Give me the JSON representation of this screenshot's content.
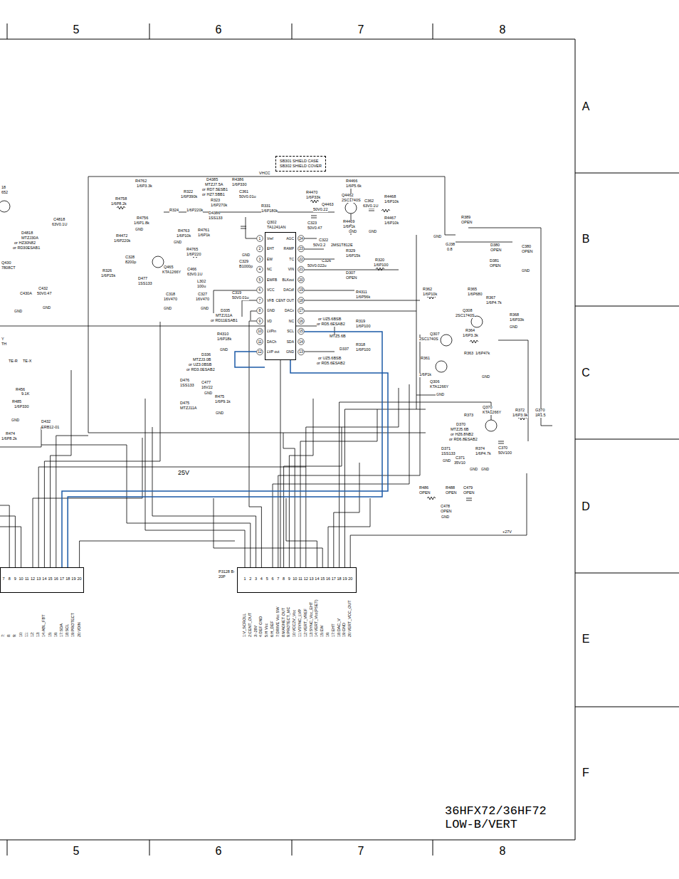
{
  "diagram": {
    "caption": "36HFX72/36HF72 LOW-B/VERT",
    "nodes": [
      {
        "text": [
          "SB301 SHIELD CASE",
          "SB302 SHIELD COVER"
        ]
      },
      {
        "text": [
          "Q302",
          "TA1241AN",
          "Vref",
          "EHT",
          "EW",
          "NC",
          "EWFB",
          "VCC",
          "VFB",
          "GND",
          "VD",
          "LVPin",
          "DACh",
          "LVP out",
          "AGC",
          "RAMP",
          "TC",
          "VIN",
          "BLKout",
          "DACdf",
          "CENT OUT",
          "DACv",
          "NC",
          "SCL",
          "SDA",
          "GND"
        ]
      },
      {
        "text": [
          "7",
          "8",
          "9",
          "10",
          "11",
          "12",
          "13",
          "14",
          "15",
          "16",
          "17",
          "18",
          "19",
          "20"
        ]
      },
      {
        "text": [
          "P3128 B-20P",
          "1",
          "2",
          "3",
          "4",
          "5",
          "6",
          "7",
          "8",
          "9",
          "10",
          "11",
          "12",
          "13",
          "14",
          "15",
          "16",
          "17",
          "18",
          "19",
          "20"
        ]
      }
    ],
    "edges": [
      {
        "from": 1,
        "to": 3,
        "arrow": "none"
      },
      {
        "from": 1,
        "to": 2,
        "arrow": "none"
      }
    ],
    "labels": [
      "5",
      "6",
      "7",
      "8",
      "A",
      "B",
      "C",
      "D",
      "E",
      "F",
      "5",
      "6",
      "7",
      "8",
      "VHCC",
      "R4762",
      "1/6P3.3k",
      "D4385",
      "MTZJ7.5A",
      "or RD7.5ESB1",
      "or HZ7.5BB1",
      "R4386",
      "1/6P330",
      "R322",
      "1/6P390k",
      "R323",
      "1/6P270k",
      "R324",
      "1/6P220k",
      "D4386",
      "1SS133",
      "C361",
      "50V0.01u",
      "R331",
      "1/6P180k",
      "R4470",
      "1/6P33k",
      "R4466",
      "1/6P5.6k",
      "Q4462",
      "2SC1740S",
      "Q4463",
      "50V0.22",
      "C362",
      "63V0.1U",
      "R4468",
      "1/6P10k",
      "R4469",
      "1/6P1k",
      "R4467",
      "1/6P10k",
      "R4758",
      "1/6P8.2k",
      "R4756",
      "1/6P1.8k",
      "R4472",
      "1/6P220k",
      "R4763",
      "1/6P10k",
      "R4761",
      "1/6P1k",
      "C323",
      "50V0.47",
      "C322",
      "50V2.2",
      "2MS1T812E",
      "R329",
      "1/6P15k",
      "C326",
      "50V0.022u",
      "R320",
      "1/6P100",
      "D307",
      "OPEN",
      "R4311",
      "1/6P56k",
      "R4765",
      "1/6P220",
      "Q465",
      "KTA1266Y",
      "C466",
      "63V0.1U",
      "C328",
      "8200p",
      "C329",
      "B1000p",
      "R326",
      "1/6P15k",
      "D477",
      "1SS133",
      "L302",
      "100u",
      "C318",
      "16V470",
      "C327",
      "16V470",
      "C319",
      "50V0.01u",
      "D335",
      "MTZJ11A",
      "or RD11ESAB1",
      "R4310",
      "1/6P18k",
      "D336",
      "MTZJ3.0B",
      "or UZ3.0BSB",
      "or RD3.0ESAB2",
      "C477",
      "16V22",
      "D476",
      "1SS133",
      "D475",
      "MTZJ11A",
      "R475",
      "1/6P9.1k",
      "or UZ5.6BSB",
      "or RD5.6ESAB2",
      "R319",
      "1/6P100",
      "MTZ5.6B",
      "D337",
      "R318",
      "1/6P100",
      "or UZ5.6BSB",
      "or RD5.6ESAB2",
      "R389",
      "OPEN",
      "GJ38",
      "0.8",
      "D380",
      "OPEN",
      "C380",
      "OPEN",
      "D381",
      "OPEN",
      "R362",
      "1/6P10k",
      "R365",
      "1/6P680",
      "R367",
      "1/6P4.7k",
      "Q308",
      "2SC1740S",
      "R368",
      "1/6P33k",
      "R364",
      "1/6P3.3k",
      "Q307",
      "2SC1740S",
      "R363",
      "1/6P47k",
      "R361",
      "1/6P1k",
      "Q306",
      "KTA1266Y",
      "R373",
      "Q370",
      "KTA1266Y",
      "R372",
      "1/6P3.9k",
      "G370",
      "1R1.5",
      "D370",
      "MTZJ5.6B",
      "or HZ6.8NB2",
      "or RD6.8ESAB2",
      "D371",
      "1SS133",
      "C371",
      "35V10",
      "R374",
      "1/6P4.7k",
      "C370",
      "50V100",
      "R486",
      "OPEN",
      "R488",
      "OPEN",
      "C479",
      "OPEN",
      "C478",
      "OPEN",
      "+27V",
      "25V",
      "18",
      "652",
      "C4818",
      "63V0.1U",
      "D4818",
      "MTZJ30A",
      "or HZ30N82",
      "or RD30ESAB1",
      "Q430",
      "7808CT",
      "C430A",
      "C432",
      "50V0.47",
      "Y",
      "TH",
      "TE-R",
      "TE-X",
      "R456",
      "9.1K",
      "R485",
      "1/6P330",
      "R474",
      "1/6P8.2k",
      "D432",
      "ERB12-01",
      "GND",
      "GND",
      "GND",
      "GND",
      "GND",
      "GND",
      "GND",
      "GND",
      "GND",
      "GND",
      "GND",
      "GND",
      "GND",
      "GND",
      "GND",
      "GND",
      "GND",
      "GND",
      "GND",
      "GND",
      "GND",
      "GND",
      "1",
      "2",
      "3",
      "4",
      "5",
      "6",
      "7",
      "8",
      "9",
      "10",
      "11",
      "12",
      "24",
      "23",
      "22",
      "21",
      "20",
      "19",
      "18",
      "17",
      "16",
      "15",
      "14",
      "13",
      "1:V_SCROLL",
      "2:CENT_OUT",
      "3:-28V",
      "4:DEF GND",
      "5:H Vcc",
      "6:H_DEF",
      "7:DRIVE Vcc SW",
      "8:MAGNET OUT",
      "9:PROTECT_MC",
      "10:VCC2V_Vcc",
      "11:VSYNC_LVP",
      "12:VERT_VREF",
      "13:SYNC_Vcc_EHT",
      "14:VERT_Vcc(PSET)",
      "15:EW",
      "16:",
      "17:EHT",
      "18:DAC_V",
      "19:GND",
      "20:VERT_VCC_OUT",
      "7:",
      "8:",
      "9:",
      "10:",
      "11:",
      "12:",
      "13:",
      "14:ABL_FBT",
      "15:",
      "16:",
      "17:SDA",
      "18:SCL",
      "19:PROTECT",
      "20:VDIN"
    ]
  }
}
